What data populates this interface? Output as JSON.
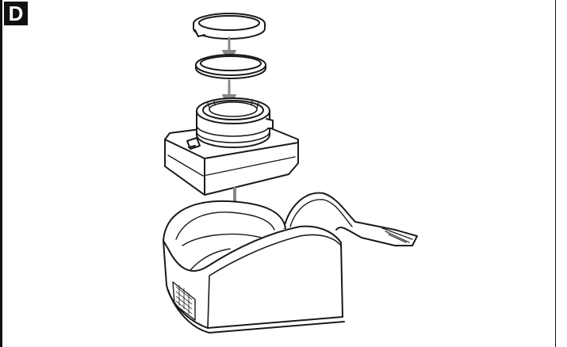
{
  "step": {
    "label": "D"
  },
  "illustration": {
    "parts": [
      "lens-cap",
      "filter-ring",
      "lens-body",
      "camera-body",
      "soft-case"
    ],
    "arrows": [
      "arrow-cap-to-filter",
      "arrow-filter-to-lens",
      "arrow-camera-to-case"
    ]
  }
}
